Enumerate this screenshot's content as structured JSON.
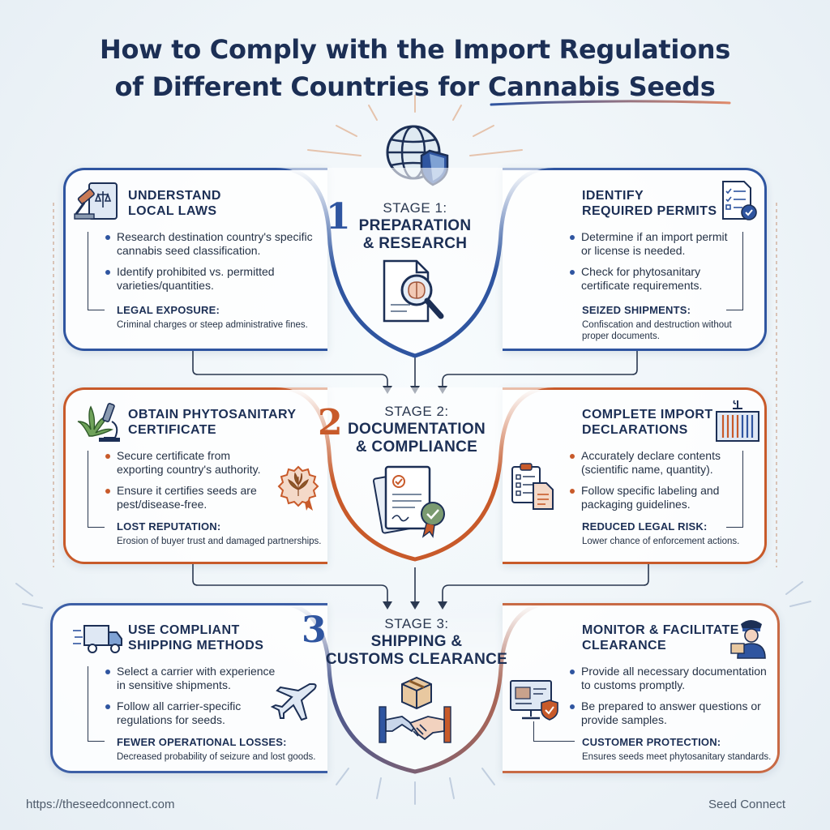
{
  "title": {
    "line1": "How to Comply with the Import Regulations",
    "line2": "of Different Countries for Cannabis Seeds"
  },
  "colors": {
    "blue": "#2f55a0",
    "orange": "#c85a2a",
    "navy": "#1c2f55"
  },
  "stages": [
    {
      "number": "1",
      "label": "STAGE 1:",
      "name_line1": "PREPARATION",
      "name_line2": "& RESEARCH",
      "icon": "document-brain-magnifier-icon",
      "left": {
        "title_line1": "UNDERSTAND",
        "title_line2": "LOCAL LAWS",
        "icon": "gavel-law-book-icon",
        "bullets": [
          "Research destination country's specific cannabis seed classification.",
          "Identify prohibited vs. permitted varieties/quantities."
        ],
        "outcome_title": "LEGAL EXPOSURE:",
        "outcome_desc": "Criminal charges or steep administrative fines."
      },
      "right": {
        "title_line1": "IDENTIFY",
        "title_line2": "REQUIRED PERMITS",
        "icon": "checklist-badge-icon",
        "bullets": [
          "Determine if an import permit or license is needed.",
          "Check for phytosanitary certificate requirements."
        ],
        "outcome_title": "SEIZED SHIPMENTS:",
        "outcome_desc": "Confiscation and destruction without proper documents."
      }
    },
    {
      "number": "2",
      "label": "STAGE 2:",
      "name_line1": "DOCUMENTATION",
      "name_line2": "& COMPLIANCE",
      "icon": "documents-seal-icon",
      "left": {
        "title_line1": "OBTAIN PHYTOSANITARY",
        "title_line2": "CERTIFICATE",
        "icon": "leaf-microscope-icon",
        "bullets": [
          "Secure certificate from exporting country's authority.",
          "Ensure it certifies seeds are pest/disease-free."
        ],
        "badge_icon": "cannabis-seal-icon",
        "outcome_title": "LOST REPUTATION:",
        "outcome_desc": "Erosion of buyer trust and damaged partnerships."
      },
      "right": {
        "title_line1": "COMPLETE IMPORT",
        "title_line2": "DECLARATIONS",
        "icon": "shipping-container-icon",
        "bullets": [
          "Accurately declare contents (scientific name, quantity).",
          "Follow specific labeling and packaging guidelines."
        ],
        "side_icon": "clipboard-forms-icon",
        "outcome_title": "REDUCED LEGAL RISK:",
        "outcome_desc": "Lower chance of enforcement actions."
      }
    },
    {
      "number": "3",
      "label": "STAGE 3:",
      "name_line1": "SHIPPING &",
      "name_line2": "CUSTOMS CLEARANCE",
      "icon": "box-handshake-icon",
      "left": {
        "title_line1": "USE COMPLIANT",
        "title_line2": "SHIPPING METHODS",
        "icon": "delivery-truck-icon",
        "bullets": [
          "Select a carrier with experience in sensitive shipments.",
          "Follow all carrier-specific regulations for seeds."
        ],
        "side_icon": "airplane-icon",
        "outcome_title": "FEWER OPERATIONAL LOSSES:",
        "outcome_desc": "Decreased probability of seizure and lost goods."
      },
      "right": {
        "title_line1": "MONITOR & FACILITATE",
        "title_line2": "CLEARANCE",
        "icon": "customs-officer-icon",
        "bullets": [
          "Provide all necessary documentation to customs promptly.",
          "Be prepared to answer questions or provide samples."
        ],
        "side_icon": "monitor-shield-icon",
        "outcome_title": "CUSTOMER PROTECTION:",
        "outcome_desc": "Ensures seeds meet phytosanitary standards."
      }
    }
  ],
  "top_icon": "globe-shield-icon",
  "footer": {
    "url": "https://theseedconnect.com",
    "brand": "Seed Connect"
  }
}
